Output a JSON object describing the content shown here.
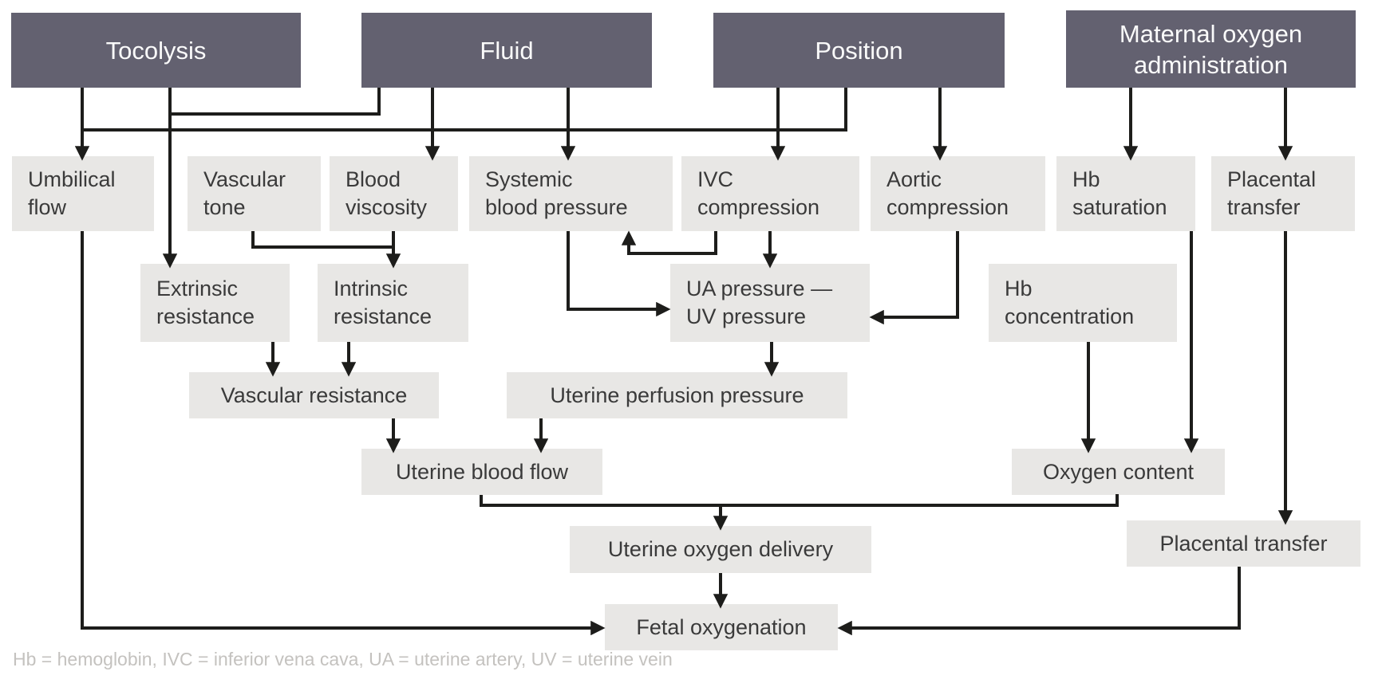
{
  "colors": {
    "header_bg": "#636170",
    "header_text": "#fafafa",
    "node_bg": "#e8e7e5",
    "node_text": "#3a3a3a",
    "line": "#1d1d1b",
    "legend_text": "#c4c2bf",
    "background": "#ffffff"
  },
  "nodes": {
    "tocolysis": {
      "label": "Tocolysis"
    },
    "fluid": {
      "label": "Fluid"
    },
    "position": {
      "label": "Position"
    },
    "maternal_oxygen": {
      "label": "Maternal oxygen\nadministration"
    },
    "umbilical_flow": {
      "label": "Umbilical\nflow"
    },
    "vascular_tone": {
      "label": "Vascular\ntone"
    },
    "blood_viscosity": {
      "label": "Blood\nviscosity"
    },
    "systemic_blood_pressure": {
      "label": "Systemic\nblood pressure"
    },
    "ivc_compression": {
      "label": "IVC\ncompression"
    },
    "aortic_compression": {
      "label": "Aortic\ncompression"
    },
    "hb_saturation": {
      "label": "Hb\nsaturation"
    },
    "placental_transfer_upper": {
      "label": "Placental\ntransfer"
    },
    "extrinsic_resistance": {
      "label": "Extrinsic\nresistance"
    },
    "intrinsic_resistance": {
      "label": "Intrinsic\nresistance"
    },
    "ua_uv_pressure": {
      "label": "UA pressure —\nUV pressure"
    },
    "hb_concentration": {
      "label": "Hb\nconcentration"
    },
    "vascular_resistance": {
      "label": "Vascular resistance"
    },
    "uterine_perfusion_pressure": {
      "label": "Uterine perfusion pressure"
    },
    "uterine_blood_flow": {
      "label": "Uterine blood flow"
    },
    "oxygen_content": {
      "label": "Oxygen content"
    },
    "uterine_oxygen_delivery": {
      "label": "Uterine oxygen delivery"
    },
    "placental_transfer_lower": {
      "label": "Placental transfer"
    },
    "fetal_oxygenation": {
      "label": "Fetal oxygenation"
    }
  },
  "edges": [
    {
      "from": "tocolysis",
      "to": "umbilical_flow"
    },
    {
      "from": "position",
      "to": "umbilical_flow"
    },
    {
      "from": "tocolysis",
      "to": "extrinsic_resistance"
    },
    {
      "from": "fluid",
      "to": "extrinsic_resistance"
    },
    {
      "from": "fluid",
      "to": "blood_viscosity"
    },
    {
      "from": "fluid",
      "to": "systemic_blood_pressure"
    },
    {
      "from": "position",
      "to": "ivc_compression"
    },
    {
      "from": "position",
      "to": "aortic_compression"
    },
    {
      "from": "maternal_oxygen",
      "to": "hb_saturation"
    },
    {
      "from": "maternal_oxygen",
      "to": "placental_transfer_upper"
    },
    {
      "from": "vascular_tone",
      "to": "intrinsic_resistance"
    },
    {
      "from": "blood_viscosity",
      "to": "intrinsic_resistance"
    },
    {
      "from": "systemic_blood_pressure",
      "to": "ua_uv_pressure"
    },
    {
      "from": "ivc_compression",
      "to": "systemic_blood_pressure"
    },
    {
      "from": "ivc_compression",
      "to": "ua_uv_pressure"
    },
    {
      "from": "aortic_compression",
      "to": "ua_uv_pressure"
    },
    {
      "from": "extrinsic_resistance",
      "to": "vascular_resistance"
    },
    {
      "from": "intrinsic_resistance",
      "to": "vascular_resistance"
    },
    {
      "from": "ua_uv_pressure",
      "to": "uterine_perfusion_pressure"
    },
    {
      "from": "hb_concentration",
      "to": "oxygen_content"
    },
    {
      "from": "hb_saturation",
      "to": "oxygen_content"
    },
    {
      "from": "placental_transfer_upper",
      "to": "placental_transfer_lower"
    },
    {
      "from": "vascular_resistance",
      "to": "uterine_blood_flow"
    },
    {
      "from": "uterine_perfusion_pressure",
      "to": "uterine_blood_flow"
    },
    {
      "from": "uterine_blood_flow",
      "to": "uterine_oxygen_delivery"
    },
    {
      "from": "oxygen_content",
      "to": "uterine_oxygen_delivery"
    },
    {
      "from": "uterine_oxygen_delivery",
      "to": "fetal_oxygenation"
    },
    {
      "from": "umbilical_flow",
      "to": "fetal_oxygenation"
    },
    {
      "from": "placental_transfer_lower",
      "to": "fetal_oxygenation"
    }
  ],
  "legend": "Hb = hemoglobin, IVC = inferior vena cava, UA = uterine artery, UV = uterine vein"
}
